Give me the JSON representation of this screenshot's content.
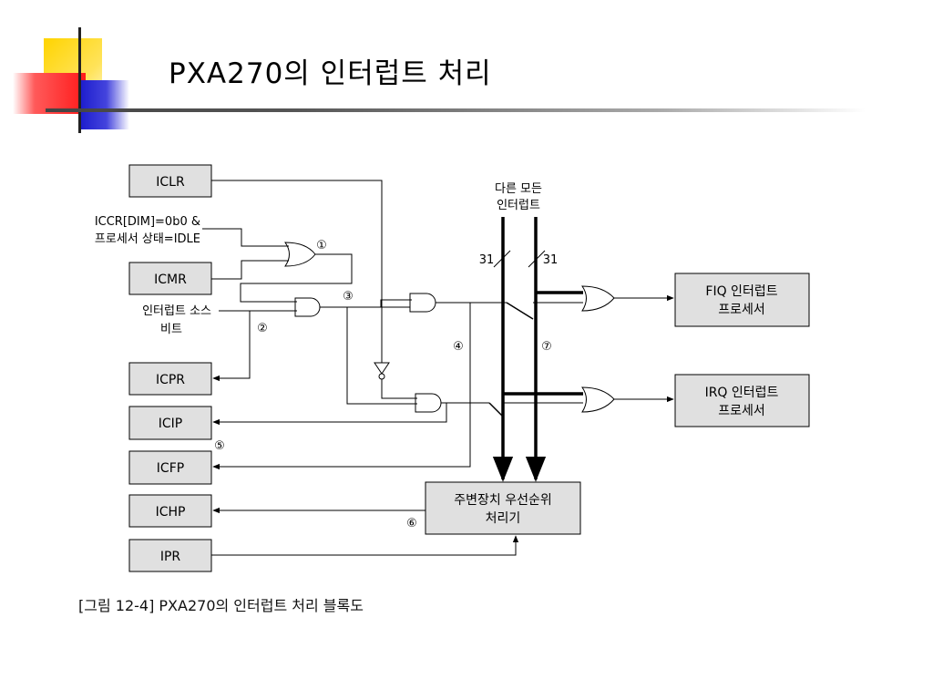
{
  "title": "PXA270의 인터럽트 처리",
  "caption": "[그림 12-4] PXA270의 인터럽트 처리 블록도",
  "blocks": {
    "iclr": "ICLR",
    "icmr": "ICMR",
    "icpr": "ICPR",
    "icip": "ICIP",
    "icfp": "ICFP",
    "ichp": "ICHP",
    "ipr": "IPR",
    "fiq_line1": "FIQ 인터럽트",
    "fiq_line2": "프로세서",
    "irq_line1": "IRQ 인터럽트",
    "irq_line2": "프로세서",
    "periph_line1": "주변장치 우선순위",
    "periph_line2": "처리기"
  },
  "labels": {
    "iccr_line1": "ICCR[DIM]=0b0 &",
    "iccr_line2": "프로세서 상태=IDLE",
    "source_line1": "인터럽트 소스",
    "source_line2": "비트",
    "other_line1": "다른 모든",
    "other_line2": "인터럽트",
    "bus_left": "31",
    "bus_right": "31"
  },
  "markers": {
    "m1": "①",
    "m2": "②",
    "m3": "③",
    "m4": "④",
    "m5": "⑤",
    "m6": "⑥",
    "m7": "⑦"
  }
}
